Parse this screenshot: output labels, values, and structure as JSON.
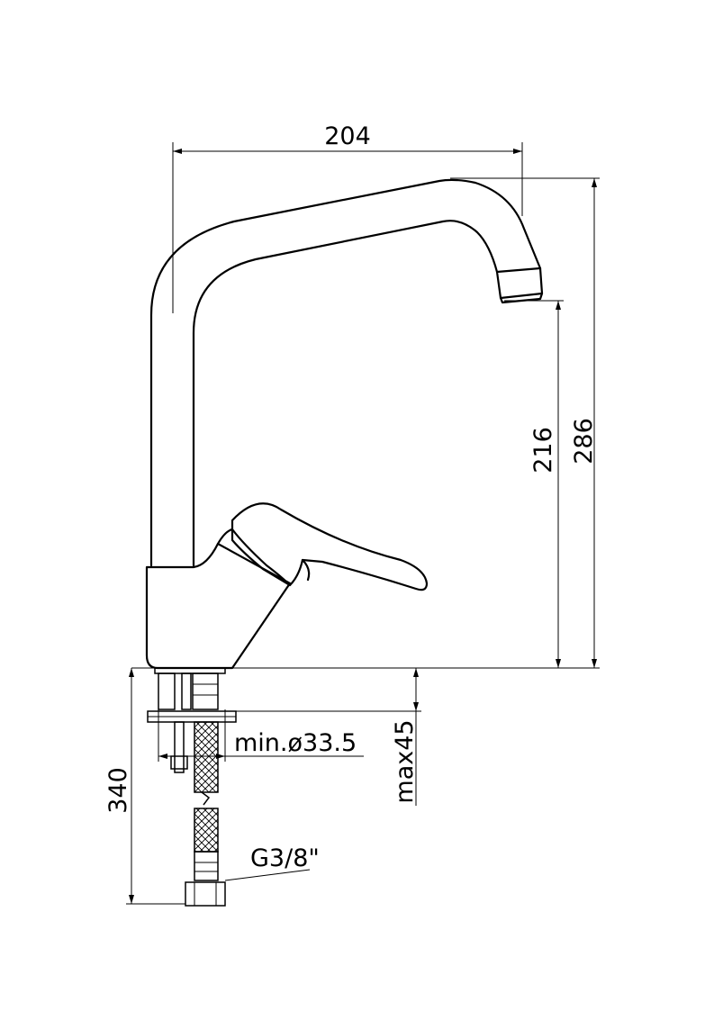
{
  "dimensions": {
    "spout_reach": "204",
    "spout_height": "216",
    "total_height": "286",
    "hole_diameter": "min.ø33.5",
    "deck_thickness": "max45",
    "hose_length": "340",
    "connection_thread": "G3/8\""
  },
  "colors": {
    "line": "#000000",
    "background": "#ffffff"
  }
}
